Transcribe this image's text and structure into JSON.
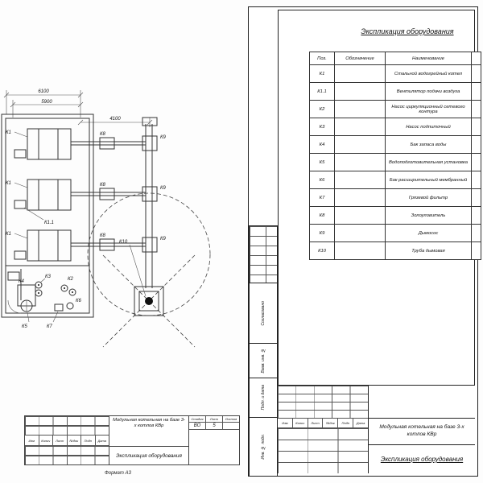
{
  "plan": {
    "dim1": "6100",
    "dim2": "5900",
    "dim3": "4100",
    "k1": "К1",
    "k1_1": "К1.1",
    "k2": "К2",
    "k3": "К3",
    "k4": "К4",
    "k5": "К5",
    "k6": "К6",
    "k7": "К7",
    "k8": "К8",
    "k9": "К9",
    "k10": "К10"
  },
  "spec": {
    "title": "Экспликация оборудования",
    "headers": [
      "Поз.",
      "Обозначение",
      "Наименование"
    ],
    "rows": [
      {
        "pos": "К1",
        "name": "Стальной водогрейный котел"
      },
      {
        "pos": "К1.1",
        "name": "Вентилятор подачи воздуха"
      },
      {
        "pos": "К2",
        "name": "Насос циркуляционный сетевого контура"
      },
      {
        "pos": "К3",
        "name": "Насос подпиточный"
      },
      {
        "pos": "К4",
        "name": "Бак запаса воды"
      },
      {
        "pos": "К5",
        "name": "Водоподготовительная установка"
      },
      {
        "pos": "К6",
        "name": "Бак расширительный мембранный"
      },
      {
        "pos": "К7",
        "name": "Грязевой фильтр"
      },
      {
        "pos": "К8",
        "name": "Золоуловитель"
      },
      {
        "pos": "К9",
        "name": "Дымосос"
      },
      {
        "pos": "К10",
        "name": "Труба дымовая"
      }
    ]
  },
  "stamps": [
    "Согласовано",
    "Взам. инв. №",
    "Подп. и дата",
    "Инв. № подл."
  ],
  "rev_cols": [
    "Изм",
    "Колич",
    "Лист",
    "№док",
    "Подп",
    "Дата"
  ],
  "titleblock": {
    "project": "Модульная котельная на базе 3-х котлов КВр",
    "doc_title": "Экспликация оборудования",
    "stage_label": "Стадия",
    "sheet_label": "Лист",
    "sheets_label": "Листов",
    "stage": "ВО",
    "sheet_no": "5"
  },
  "format_note": "Формат А3"
}
